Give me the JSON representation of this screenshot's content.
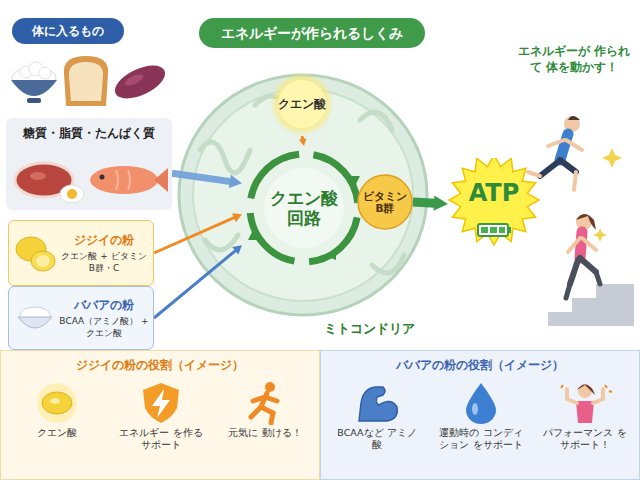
{
  "diagram": {
    "title": "エネルギーが作られるしくみ",
    "nodes": [
      {
        "text": [
          "体に入るもの"
        ]
      },
      {
        "text": [
          "糖質・脂質・たんぱく質"
        ]
      },
      {
        "text": [
          "ジジイの粉",
          "クエン酸 + ビタミンB群・C"
        ]
      },
      {
        "text": [
          "ババアの粉",
          "BCAA（アミノ酸） + クエン酸"
        ]
      },
      {
        "text": [
          "ミトコンドリア"
        ]
      },
      {
        "text": [
          "クエン酸"
        ],
        "in": 4
      },
      {
        "text": [
          "クエン酸回路"
        ],
        "in": 4
      },
      {
        "text": [
          "ビタミンB群"
        ],
        "in": 4
      },
      {
        "text": [
          "ATP"
        ]
      },
      {
        "text": [
          "ジジイの粉の役割（イメージ）"
        ]
      },
      {
        "text": [
          "クエン酸"
        ],
        "in": 9
      },
      {
        "text": [
          "エネルギー を作るサポート"
        ],
        "in": 9
      },
      {
        "text": [
          "元気に 動ける！"
        ],
        "in": 9
      },
      {
        "text": [
          "ババアの粉の役割（イメージ）"
        ]
      },
      {
        "text": [
          "BCAAなど アミノ酸"
        ],
        "in": 13
      },
      {
        "text": [
          "運動時の コンディション をサポート"
        ],
        "in": 13
      },
      {
        "text": [
          "パフォーマンス をサポート！"
        ],
        "in": 13
      }
    ],
    "edges": [
      {
        "from": 1,
        "to": 6,
        "arrow": "to"
      },
      {
        "from": 2,
        "to": 6,
        "arrow": "to"
      },
      {
        "from": 3,
        "to": 6,
        "arrow": "to"
      },
      {
        "from": 5,
        "to": 6,
        "arrow": "to"
      },
      {
        "from": 7,
        "to": 8,
        "arrow": "to"
      },
      {
        "from": 10,
        "to": 11,
        "arrow": "to"
      },
      {
        "from": 11,
        "to": 12,
        "arrow": "to"
      },
      {
        "from": 14,
        "to": 15,
        "arrow": "to"
      },
      {
        "from": 15,
        "to": 16,
        "arrow": "to"
      }
    ],
    "labels": [
      "エネルギーが 作られて 体を動かす！"
    ]
  }
}
